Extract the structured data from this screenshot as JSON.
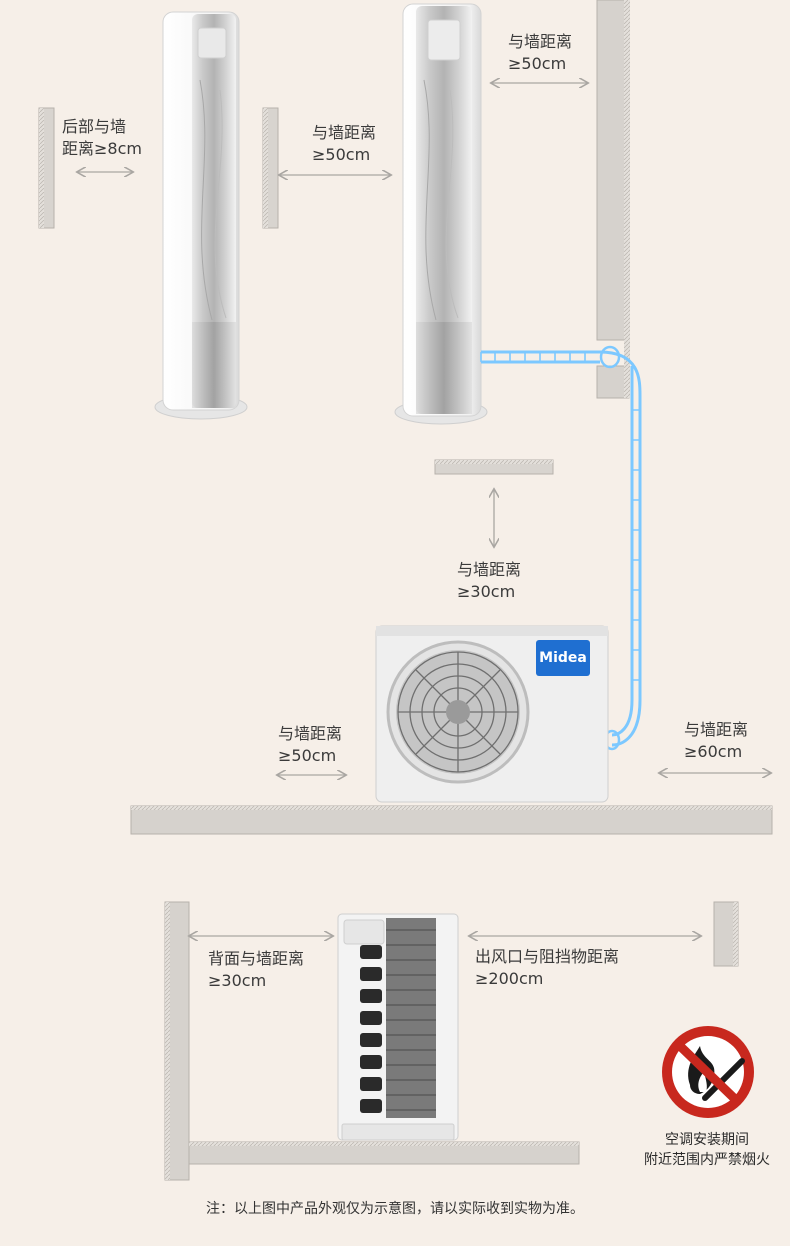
{
  "labels": {
    "rear_gap": [
      "后部与墙",
      "距离≥8cm"
    ],
    "side_gap_indoor": [
      "与墙距离",
      "≥50cm"
    ],
    "top_gap_indoor": [
      "与墙距离",
      "≥50cm"
    ],
    "top_gap_outdoor": [
      "与墙距离",
      "≥30cm"
    ],
    "left_gap_outdoor": [
      "与墙距离",
      "≥50cm"
    ],
    "right_gap_outdoor": [
      "与墙距离",
      "≥60cm"
    ],
    "back_gap_outdoor": [
      "背面与墙距离",
      "≥30cm"
    ],
    "outlet_gap_outdoor": [
      "出风口与阻挡物距离",
      "≥200cm"
    ]
  },
  "brand": "Midea",
  "warning": {
    "icon": "no-fire-icon",
    "lines": [
      "空调安装期间",
      "附近范围内严禁烟火"
    ],
    "color": "#c8281e"
  },
  "footnote": "注：以上图中产品外观仅为示意图，请以实际收到实物为准。",
  "colors": {
    "background": "#f6efe8",
    "wall": "#d6d3cf",
    "pipe": "#6cc3ff",
    "brand_blue": "#1f6fd1"
  }
}
